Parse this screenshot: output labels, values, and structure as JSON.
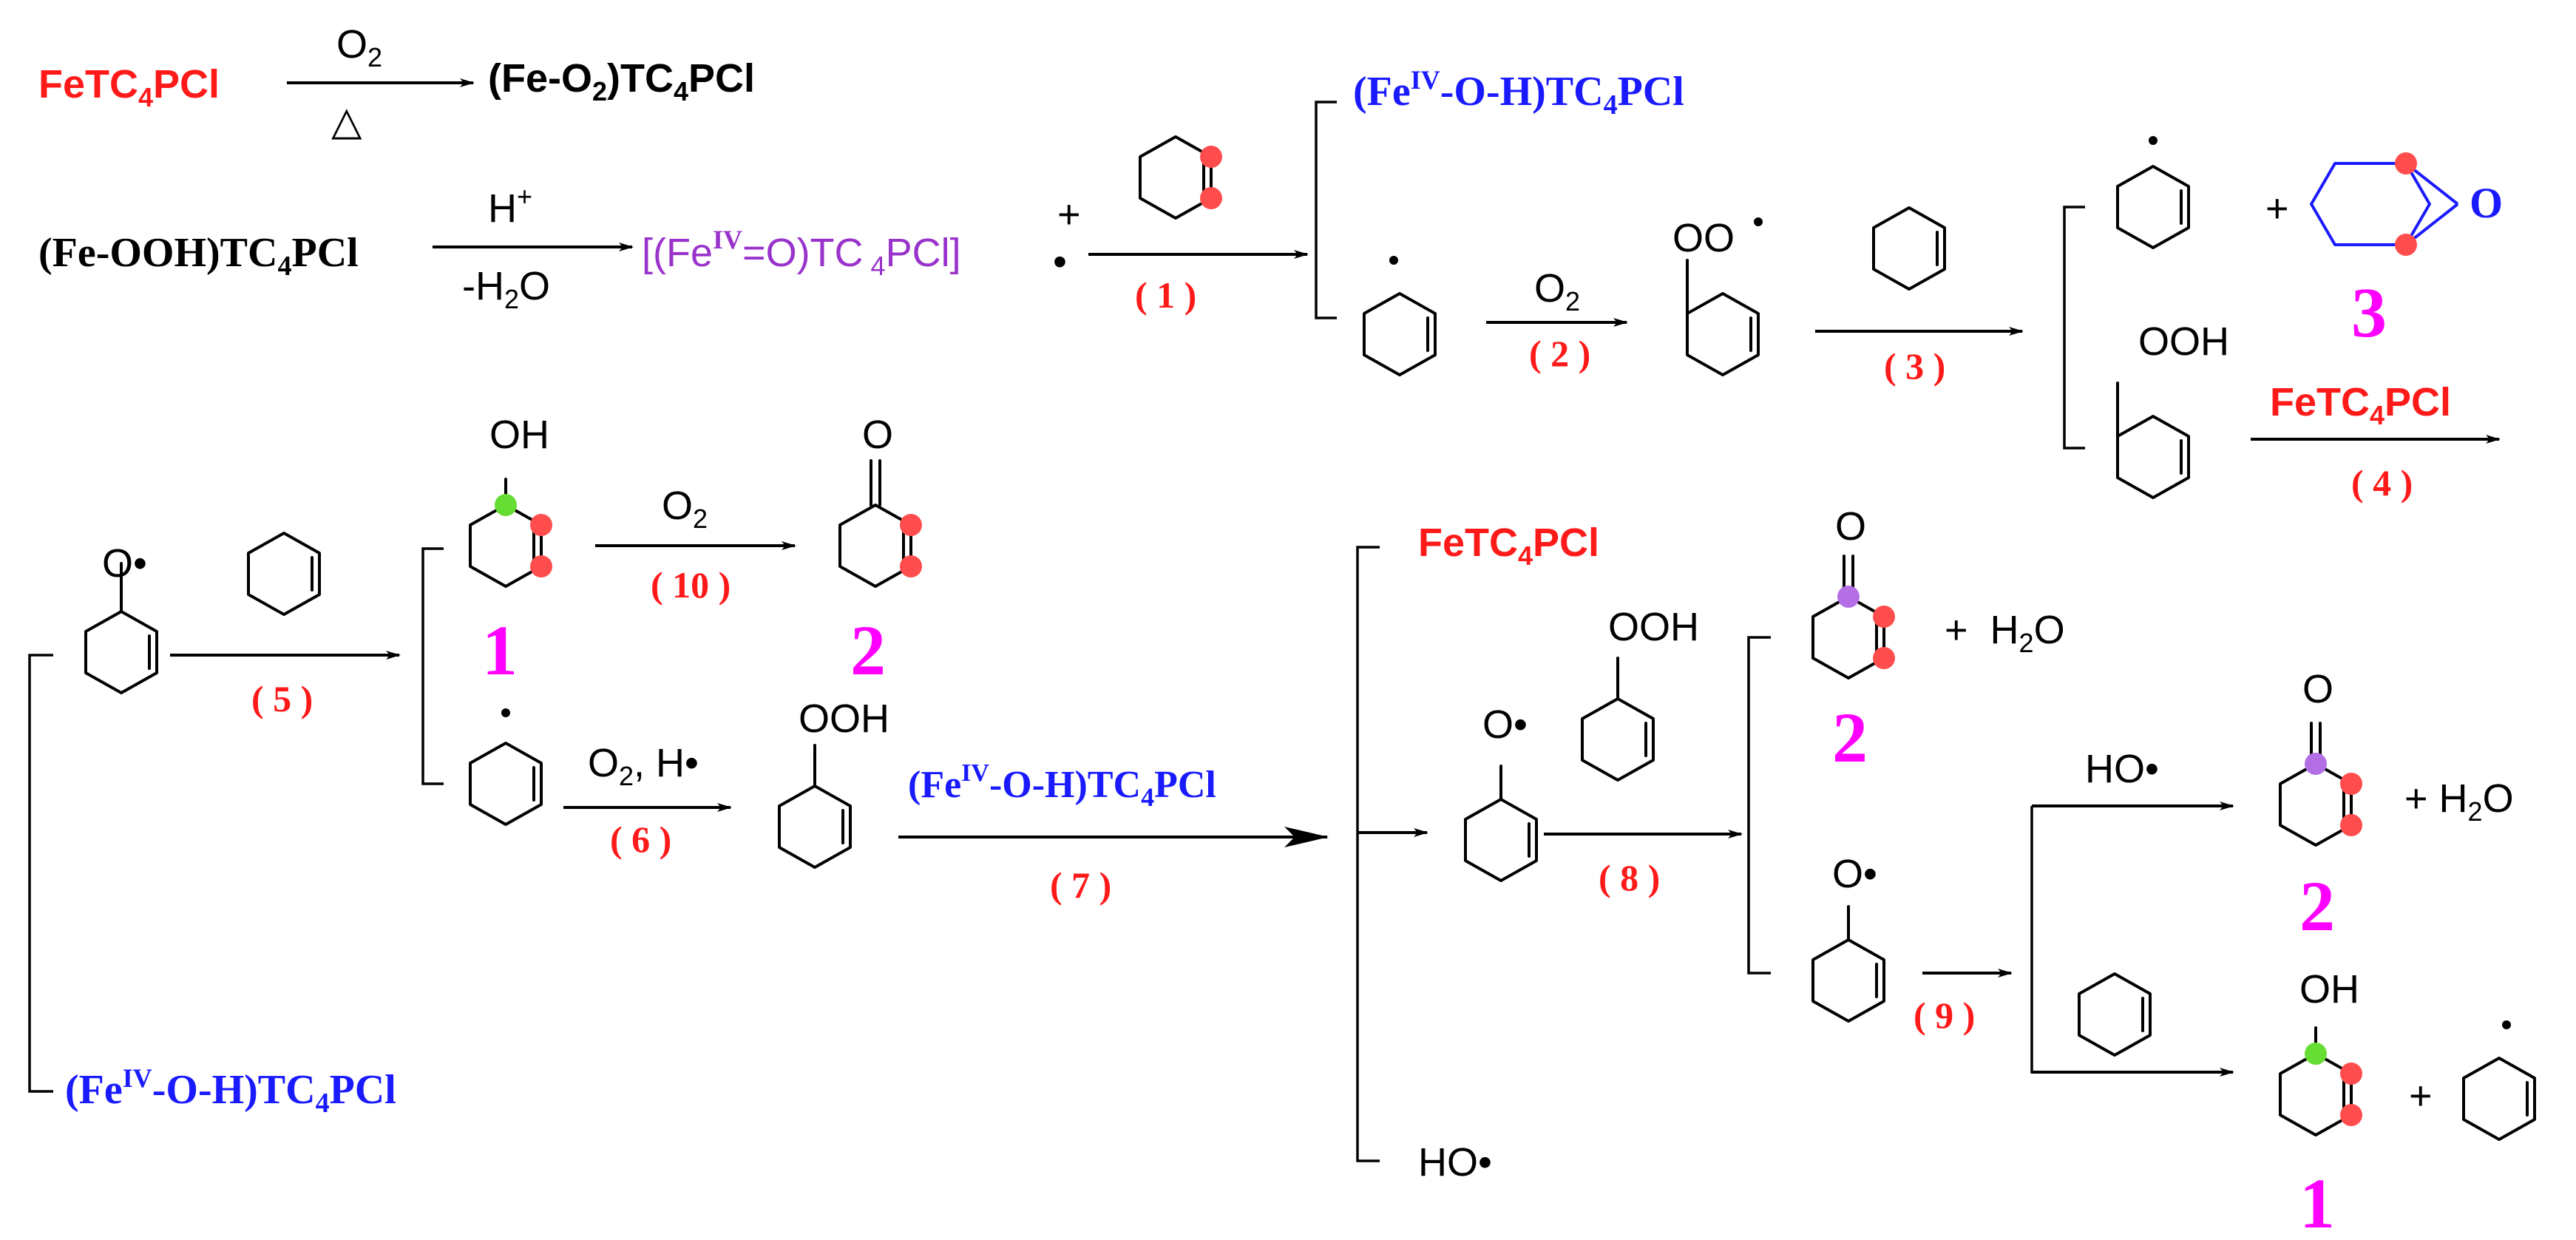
{
  "colors": {
    "red": "#ff1a1a",
    "blue": "#1a1aff",
    "purple": "#9933cc",
    "magenta": "#ff00ff",
    "dot_red": "#ff4d4d",
    "dot_green": "#66dd33",
    "dot_purple": "#b36ee6"
  },
  "species": {
    "fetc4pcl": "FeTC4PCl",
    "fe_o2": "(Fe-O2)TC4PCl",
    "fe_ooh": "(Fe-OOH)TC4PCl",
    "fe_iv_oxo_cation": "[(FeIV=O)TC4PCl]+•",
    "fe_iv_oh": "(FeIV-O-H)TC4PCl",
    "water": "H2O",
    "hydroxyl": "HO•"
  },
  "reagents": {
    "o2": "O2",
    "heat": "△",
    "h_plus": "H+",
    "minus_h2o": "-H2O",
    "o2_h_radical": "O2, H•",
    "plus": "+"
  },
  "atom_labels": {
    "o": "O",
    "oh": "OH",
    "ooh": "OOH",
    "oo_radical": "OO•",
    "o_radical": "O•"
  },
  "steps": [
    "( 1 )",
    "( 2 )",
    "( 3 )",
    "( 4 )",
    "( 5 )",
    "( 6 )",
    "( 7 )",
    "( 8 )",
    "( 9 )",
    "( 10 )"
  ],
  "products": {
    "p1": "1",
    "p2": "2",
    "p3": "3"
  }
}
